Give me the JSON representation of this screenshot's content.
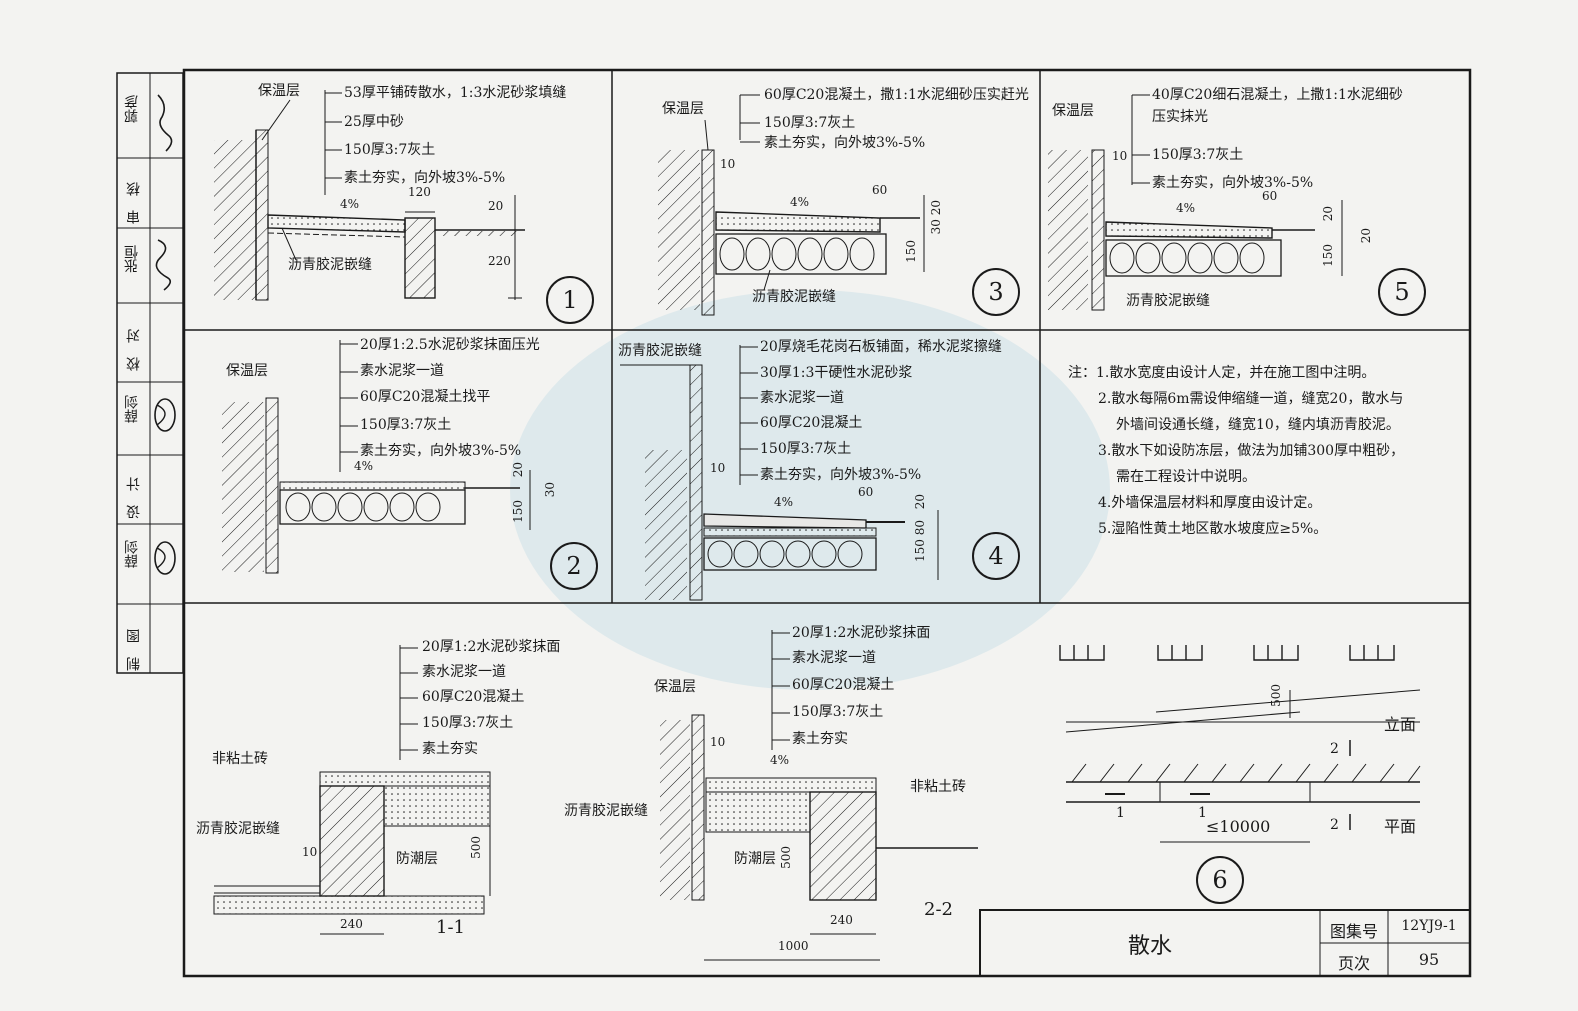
{
  "sidebar": {
    "rows": [
      {
        "role": "审核",
        "names": [
          "郭彦"
        ]
      },
      {
        "role": "校对",
        "names": [
          "张恒"
        ]
      },
      {
        "role": "设计",
        "names": [
          "薛剑"
        ]
      },
      {
        "role": "制图",
        "names": []
      }
    ],
    "review_label_1": "审",
    "review_label_2": "核",
    "check_label_1": "校",
    "check_label_2": "对",
    "design_label_1": "设",
    "design_label_2": "计",
    "draw_label_1": "制",
    "draw_label_2": "图",
    "name_guo": "郭彦",
    "name_zhang": "张恒",
    "name_xue_1": "薛剑",
    "name_xue_2": "薛剑"
  },
  "detail1": {
    "num": "1",
    "insulation": "保温层",
    "l1": "53厚平铺砖散水，1:3水泥砂浆填缝",
    "l2": "25厚中砂",
    "l3": "150厚3:7灰土",
    "l4": "素土夯实，向外坡3%-5%",
    "slope": "4%",
    "d120": "120",
    "d20": "20",
    "d220": "220",
    "joint": "沥青胶泥嵌缝"
  },
  "detail3": {
    "num": "3",
    "insulation": "保温层",
    "l1": "60厚C20混凝土，撒1:1水泥细砂压实赶光",
    "l2": "150厚3:7灰土",
    "l3": "素土夯实，向外坡3%-5%",
    "d10": "10",
    "slope": "4%",
    "d60": "60",
    "d3020": "30 20",
    "d150": "150",
    "joint": "沥青胶泥嵌缝"
  },
  "detail5": {
    "num": "5",
    "insulation": "保温层",
    "l1": "40厚C20细石混凝土，上撒1:1水泥细砂",
    "l1b": "压实抹光",
    "l2": "150厚3:7灰土",
    "l3": "素土夯实，向外坡3%-5%",
    "d10": "10",
    "slope": "4%",
    "d60": "60",
    "d20a": "20",
    "d20b": "20",
    "d150": "150",
    "joint": "沥青胶泥嵌缝"
  },
  "detail2": {
    "num": "2",
    "insulation": "保温层",
    "l1": "20厚1:2.5水泥砂浆抹面压光",
    "l2": "素水泥浆一道",
    "l3": "60厚C20混凝土找平",
    "l4": "150厚3:7灰土",
    "l5": "素土夯实，向外坡3%-5%",
    "slope": "4%",
    "d20": "20",
    "d150": "150",
    "d30": "30"
  },
  "detail4": {
    "num": "4",
    "joint": "沥青胶泥嵌缝",
    "l1": "20厚烧毛花岗石板铺面，稀水泥浆擦缝",
    "l2": "30厚1:3干硬性水泥砂浆",
    "l3": "素水泥浆一道",
    "l4": "60厚C20混凝土",
    "l5": "150厚3:7灰土",
    "l6": "素土夯实，向外坡3%-5%",
    "d10": "10",
    "slope": "4%",
    "d60": "60",
    "d20": "20",
    "d15080": "150 80"
  },
  "notes": {
    "n1": "注：1.散水宽度由设计人定，并在施工图中注明。",
    "n2a": "2.散水每隔6m需设伸缩缝一道，缝宽20，散水与",
    "n2b": "外墙间设通长缝，缝宽10，缝内填沥青胶泥。",
    "n3a": "3.散水下如设防冻层，做法为加铺300厚中粗砂，",
    "n3b": "需在工程设计中说明。",
    "n4": "4.外墙保温层材料和厚度由设计定。",
    "n5": "5.湿陷性黄土地区散水坡度应≥5%。"
  },
  "section11": {
    "l1": "20厚1:2水泥砂浆抹面",
    "l2": "素水泥浆一道",
    "l3": "60厚C20混凝土",
    "l4": "150厚3:7灰土",
    "l5": "素土夯实",
    "brick": "非粘土砖",
    "joint": "沥青胶泥嵌缝",
    "d10": "10",
    "damp": "防潮层",
    "d500": "500",
    "d240": "240",
    "tag": "1-1"
  },
  "section22": {
    "l1": "20厚1:2水泥砂浆抹面",
    "l2": "素水泥浆一道",
    "l3": "60厚C20混凝土",
    "l4": "150厚3:7灰土",
    "l5": "素土夯实",
    "insulation": "保温层",
    "d10": "10",
    "slope": "4%",
    "brick": "非粘土砖",
    "joint": "沥青胶泥嵌缝",
    "damp": "防潮层",
    "d500": "500",
    "d240": "240",
    "d1000": "1000",
    "tag": "2-2"
  },
  "detail6": {
    "num": "6",
    "d500": "500",
    "elev": "立面",
    "plan": "平面",
    "m2a": "2",
    "m2b": "2",
    "m1a": "1",
    "m1b": "1",
    "d10000": "≤10000"
  },
  "title_block": {
    "title": "散水",
    "atlas_label": "图集号",
    "atlas_no": "12YJ9-1",
    "page_label": "页次",
    "page_no": "95"
  }
}
